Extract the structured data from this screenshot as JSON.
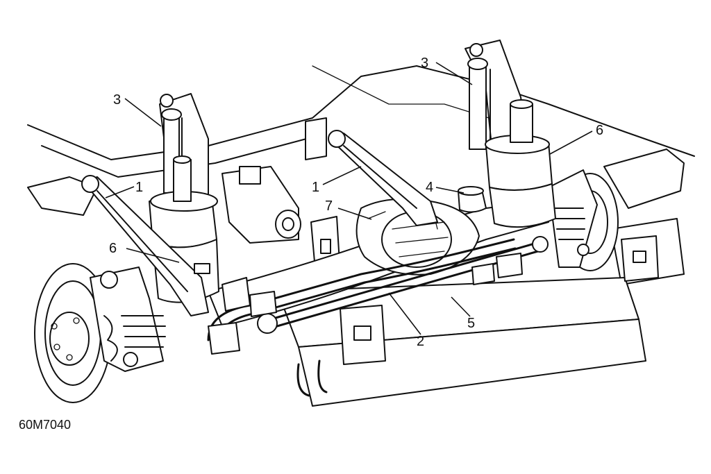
{
  "figure": {
    "reference_code": "60M7040",
    "callouts": [
      {
        "id": "radius-arm-left",
        "label": "1"
      },
      {
        "id": "radius-arm-right",
        "label": "1"
      },
      {
        "id": "panhard-rod",
        "label": "2"
      },
      {
        "id": "shock-absorber-left",
        "label": "3"
      },
      {
        "id": "shock-absorber-right",
        "label": "3"
      },
      {
        "id": "bump-stop",
        "label": "4"
      },
      {
        "id": "anti-roll-bar",
        "label": "5"
      },
      {
        "id": "air-spring-left",
        "label": "6"
      },
      {
        "id": "air-spring-right",
        "label": "6"
      },
      {
        "id": "axle-differential",
        "label": "7"
      }
    ]
  }
}
